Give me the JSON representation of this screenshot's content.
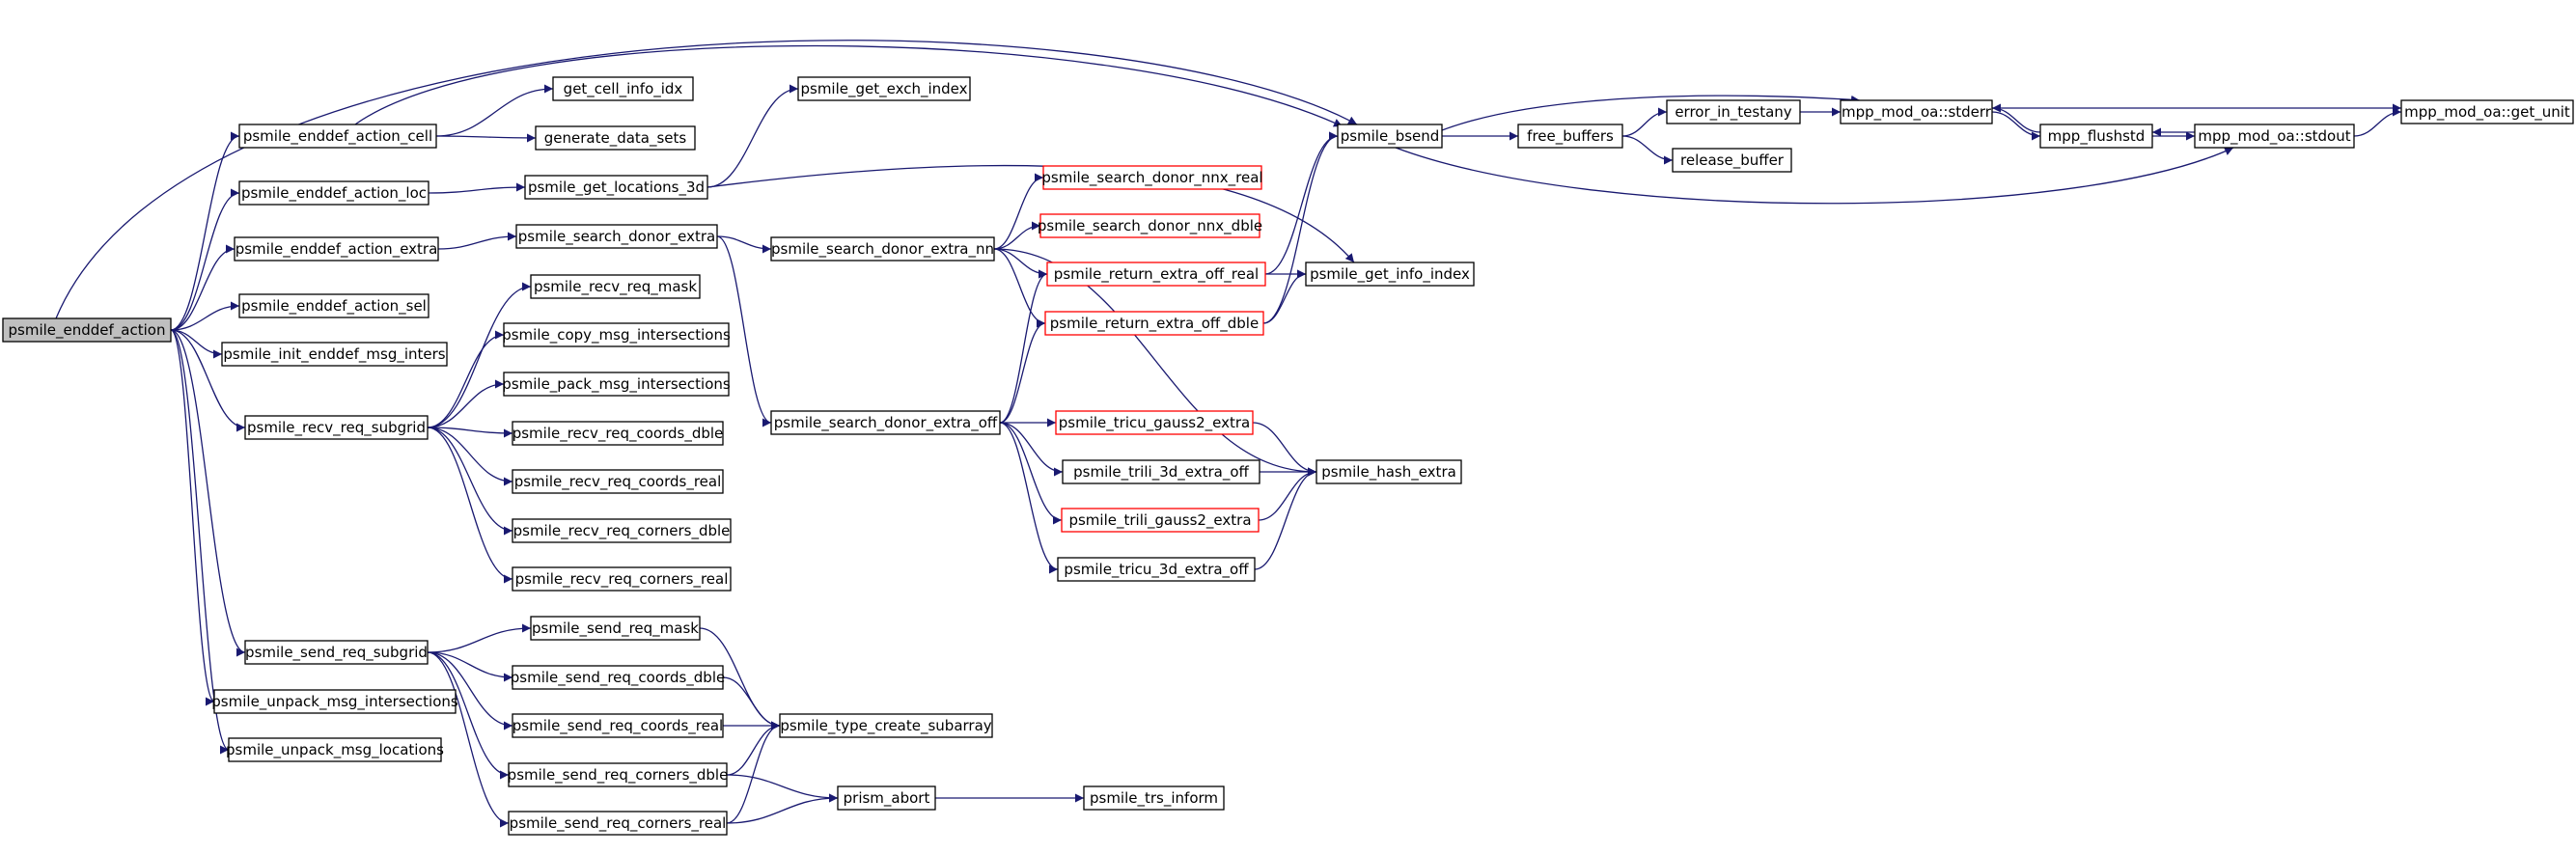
{
  "colors": {
    "edge": "#191970",
    "root_fill": "#bfbfbf",
    "node_border": "#000000",
    "truncated_node_border": "#ff0000"
  },
  "nodes": [
    {
      "id": "root",
      "label": "psmile_enddef_action",
      "style": "root"
    },
    {
      "id": "cell",
      "label": "psmile_enddef_action_cell",
      "style": "normal"
    },
    {
      "id": "loc",
      "label": "psmile_enddef_action_loc",
      "style": "normal"
    },
    {
      "id": "extra",
      "label": "psmile_enddef_action_extra",
      "style": "normal"
    },
    {
      "id": "sel",
      "label": "psmile_enddef_action_sel",
      "style": "normal"
    },
    {
      "id": "init",
      "label": "psmile_init_enddef_msg_inters",
      "style": "normal"
    },
    {
      "id": "recvsub",
      "label": "psmile_recv_req_subgrid",
      "style": "normal"
    },
    {
      "id": "sendsub",
      "label": "psmile_send_req_subgrid",
      "style": "normal"
    },
    {
      "id": "unpackint",
      "label": "psmile_unpack_msg_intersections",
      "style": "normal"
    },
    {
      "id": "unpackloc",
      "label": "psmile_unpack_msg_locations",
      "style": "normal"
    },
    {
      "id": "getcell",
      "label": "get_cell_info_idx",
      "style": "normal"
    },
    {
      "id": "gendata",
      "label": "generate_data_sets",
      "style": "normal"
    },
    {
      "id": "getloc3d",
      "label": "psmile_get_locations_3d",
      "style": "normal"
    },
    {
      "id": "getexch",
      "label": "psmile_get_exch_index",
      "style": "normal"
    },
    {
      "id": "sdextra",
      "label": "psmile_search_donor_extra",
      "style": "normal"
    },
    {
      "id": "recvmask",
      "label": "psmile_recv_req_mask",
      "style": "normal"
    },
    {
      "id": "copymsg",
      "label": "psmile_copy_msg_intersections",
      "style": "normal"
    },
    {
      "id": "packmsg",
      "label": "psmile_pack_msg_intersections",
      "style": "normal"
    },
    {
      "id": "recvcd",
      "label": "psmile_recv_req_coords_dble",
      "style": "normal"
    },
    {
      "id": "recvcr",
      "label": "psmile_recv_req_coords_real",
      "style": "normal"
    },
    {
      "id": "recvkd",
      "label": "psmile_recv_req_corners_dble",
      "style": "normal"
    },
    {
      "id": "recvkr",
      "label": "psmile_recv_req_corners_real",
      "style": "normal"
    },
    {
      "id": "sendmask",
      "label": "psmile_send_req_mask",
      "style": "normal"
    },
    {
      "id": "sendcd",
      "label": "psmile_send_req_coords_dble",
      "style": "normal"
    },
    {
      "id": "sendcr",
      "label": "psmile_send_req_coords_real",
      "style": "normal"
    },
    {
      "id": "sendkd",
      "label": "psmile_send_req_corners_dble",
      "style": "normal"
    },
    {
      "id": "sendkr",
      "label": "psmile_send_req_corners_real",
      "style": "normal"
    },
    {
      "id": "sdnn",
      "label": "psmile_search_donor_extra_nn",
      "style": "normal"
    },
    {
      "id": "sdoff",
      "label": "psmile_search_donor_extra_off",
      "style": "normal"
    },
    {
      "id": "typesub",
      "label": "psmile_type_create_subarray",
      "style": "normal"
    },
    {
      "id": "abort",
      "label": "prism_abort",
      "style": "normal"
    },
    {
      "id": "trs",
      "label": "psmile_trs_inform",
      "style": "normal"
    },
    {
      "id": "nnxreal",
      "label": "psmile_search_donor_nnx_real",
      "style": "red"
    },
    {
      "id": "nnxdble",
      "label": "psmile_search_donor_nnx_dble",
      "style": "red"
    },
    {
      "id": "retreal",
      "label": "psmile_return_extra_off_real",
      "style": "red"
    },
    {
      "id": "retdble",
      "label": "psmile_return_extra_off_dble",
      "style": "red"
    },
    {
      "id": "tricug2",
      "label": "psmile_tricu_gauss2_extra",
      "style": "red"
    },
    {
      "id": "trili3d",
      "label": "psmile_trili_3d_extra_off",
      "style": "normal"
    },
    {
      "id": "trilig2",
      "label": "psmile_trili_gauss2_extra",
      "style": "red"
    },
    {
      "id": "tricu3d",
      "label": "psmile_tricu_3d_extra_off",
      "style": "normal"
    },
    {
      "id": "getinfo",
      "label": "psmile_get_info_index",
      "style": "normal"
    },
    {
      "id": "hash",
      "label": "psmile_hash_extra",
      "style": "normal"
    },
    {
      "id": "bsend",
      "label": "psmile_bsend",
      "style": "normal"
    },
    {
      "id": "freebuf",
      "label": "free_buffers",
      "style": "normal"
    },
    {
      "id": "errtest",
      "label": "error_in_testany",
      "style": "normal"
    },
    {
      "id": "relbuf",
      "label": "release_buffer",
      "style": "normal"
    },
    {
      "id": "stderr",
      "label": "mpp_mod_oa::stderr",
      "style": "normal"
    },
    {
      "id": "flush",
      "label": "mpp_flushstd",
      "style": "normal"
    },
    {
      "id": "stdout",
      "label": "mpp_mod_oa::stdout",
      "style": "normal"
    },
    {
      "id": "getunit",
      "label": "mpp_mod_oa::get_unit",
      "style": "normal"
    }
  ],
  "edges": [
    [
      "root",
      "bsend"
    ],
    [
      "root",
      "cell"
    ],
    [
      "root",
      "loc"
    ],
    [
      "root",
      "extra"
    ],
    [
      "root",
      "sel"
    ],
    [
      "root",
      "init"
    ],
    [
      "root",
      "recvsub"
    ],
    [
      "root",
      "sendsub"
    ],
    [
      "root",
      "unpackint"
    ],
    [
      "root",
      "unpackloc"
    ],
    [
      "cell",
      "bsend"
    ],
    [
      "cell",
      "getcell"
    ],
    [
      "cell",
      "gendata"
    ],
    [
      "loc",
      "getloc3d"
    ],
    [
      "getloc3d",
      "getexch"
    ],
    [
      "getloc3d",
      "getinfo"
    ],
    [
      "extra",
      "sdextra"
    ],
    [
      "sdextra",
      "sdnn"
    ],
    [
      "sdextra",
      "sdoff"
    ],
    [
      "sdnn",
      "nnxreal"
    ],
    [
      "sdnn",
      "nnxdble"
    ],
    [
      "sdnn",
      "retreal"
    ],
    [
      "sdnn",
      "retdble"
    ],
    [
      "sdnn",
      "hash"
    ],
    [
      "sdoff",
      "retreal"
    ],
    [
      "sdoff",
      "retdble"
    ],
    [
      "sdoff",
      "tricug2"
    ],
    [
      "sdoff",
      "trili3d"
    ],
    [
      "sdoff",
      "trilig2"
    ],
    [
      "sdoff",
      "tricu3d"
    ],
    [
      "retreal",
      "bsend"
    ],
    [
      "retreal",
      "getinfo"
    ],
    [
      "retdble",
      "bsend"
    ],
    [
      "retdble",
      "getinfo"
    ],
    [
      "tricug2",
      "hash"
    ],
    [
      "trili3d",
      "hash"
    ],
    [
      "trilig2",
      "hash"
    ],
    [
      "tricu3d",
      "hash"
    ],
    [
      "recvsub",
      "recvmask"
    ],
    [
      "recvsub",
      "copymsg"
    ],
    [
      "recvsub",
      "packmsg"
    ],
    [
      "recvsub",
      "recvcd"
    ],
    [
      "recvsub",
      "recvcr"
    ],
    [
      "recvsub",
      "recvkd"
    ],
    [
      "recvsub",
      "recvkr"
    ],
    [
      "sendsub",
      "sendmask"
    ],
    [
      "sendsub",
      "sendcd"
    ],
    [
      "sendsub",
      "sendcr"
    ],
    [
      "sendsub",
      "sendkd"
    ],
    [
      "sendsub",
      "sendkr"
    ],
    [
      "sendmask",
      "typesub"
    ],
    [
      "sendcd",
      "typesub"
    ],
    [
      "sendcr",
      "typesub"
    ],
    [
      "sendkd",
      "typesub"
    ],
    [
      "sendkr",
      "typesub"
    ],
    [
      "sendkd",
      "abort"
    ],
    [
      "sendkr",
      "abort"
    ],
    [
      "abort",
      "trs"
    ],
    [
      "bsend",
      "freebuf"
    ],
    [
      "bsend",
      "stderr"
    ],
    [
      "bsend",
      "stdout"
    ],
    [
      "freebuf",
      "errtest"
    ],
    [
      "freebuf",
      "relbuf"
    ],
    [
      "errtest",
      "stderr"
    ],
    [
      "stderr",
      "flush"
    ],
    [
      "stderr",
      "getunit"
    ],
    [
      "flush",
      "stderr"
    ],
    [
      "flush",
      "stdout"
    ],
    [
      "stdout",
      "flush"
    ],
    [
      "stdout",
      "getunit"
    ]
  ]
}
